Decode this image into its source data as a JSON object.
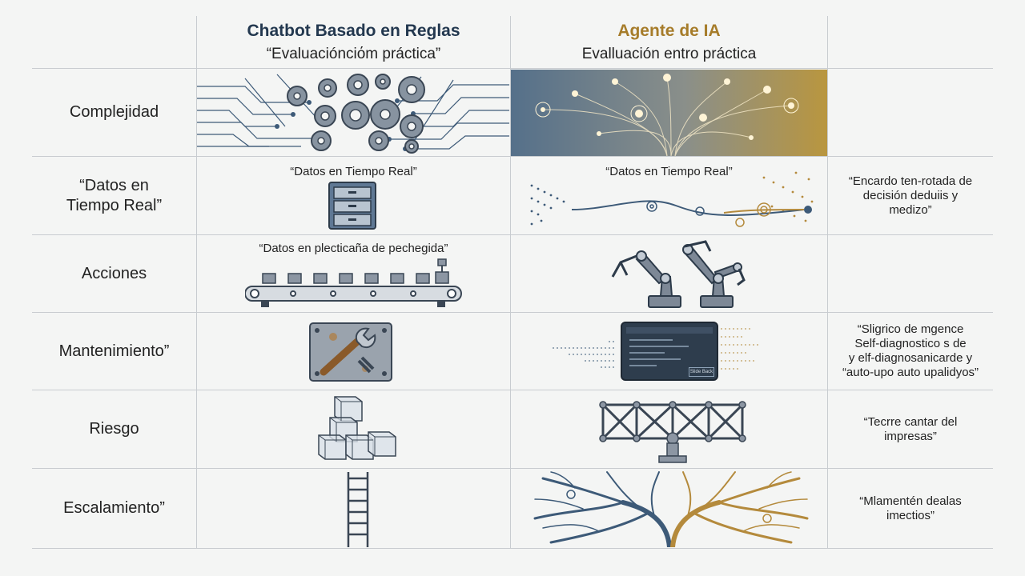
{
  "header": {
    "col_a_title": "Chatbot Basado en Reglas",
    "col_a_sub": "“Evaluaciónciόm práctica”",
    "col_b_title": "Agente de IA",
    "col_b_sub": "Evalluación entro práctica"
  },
  "rows": [
    {
      "label": "Complejidad",
      "caption_a": "",
      "caption_b": "",
      "note": ""
    },
    {
      "label": "“Datos en\nTiempo Real”",
      "caption_a": "“Datos en Tiempo Real”",
      "caption_b": "“Datos en Tiempo Real”",
      "note": "“Encardo ten-rotada de\ndecisión deduiis y\nmedizo”"
    },
    {
      "label": "Acciones",
      "caption_a": "“Datos en plecticaña de pechegida”",
      "caption_b": "",
      "note": ""
    },
    {
      "label": "Mantenimiento”",
      "caption_a": "",
      "caption_b": "",
      "note": "“Sligrico de mgence\nSelf-diagnostico s de\ny elf-diagnosanicarde y\n“auto-upo auto upalidyos”"
    },
    {
      "label": "Riesgo",
      "caption_a": "",
      "caption_b": "",
      "note": "“Tecrre cantar del\nimpresas”"
    },
    {
      "label": "Escalamiento”",
      "caption_a": "",
      "caption_b": "",
      "note": "“Mlamentén dealas\nimectios”"
    }
  ],
  "terminal": {
    "button_label": "Slide Back"
  },
  "colors": {
    "navy": "#3d5a78",
    "gold": "#b48a3c",
    "gray": "#6b7480",
    "line": "#c8ccd0"
  }
}
